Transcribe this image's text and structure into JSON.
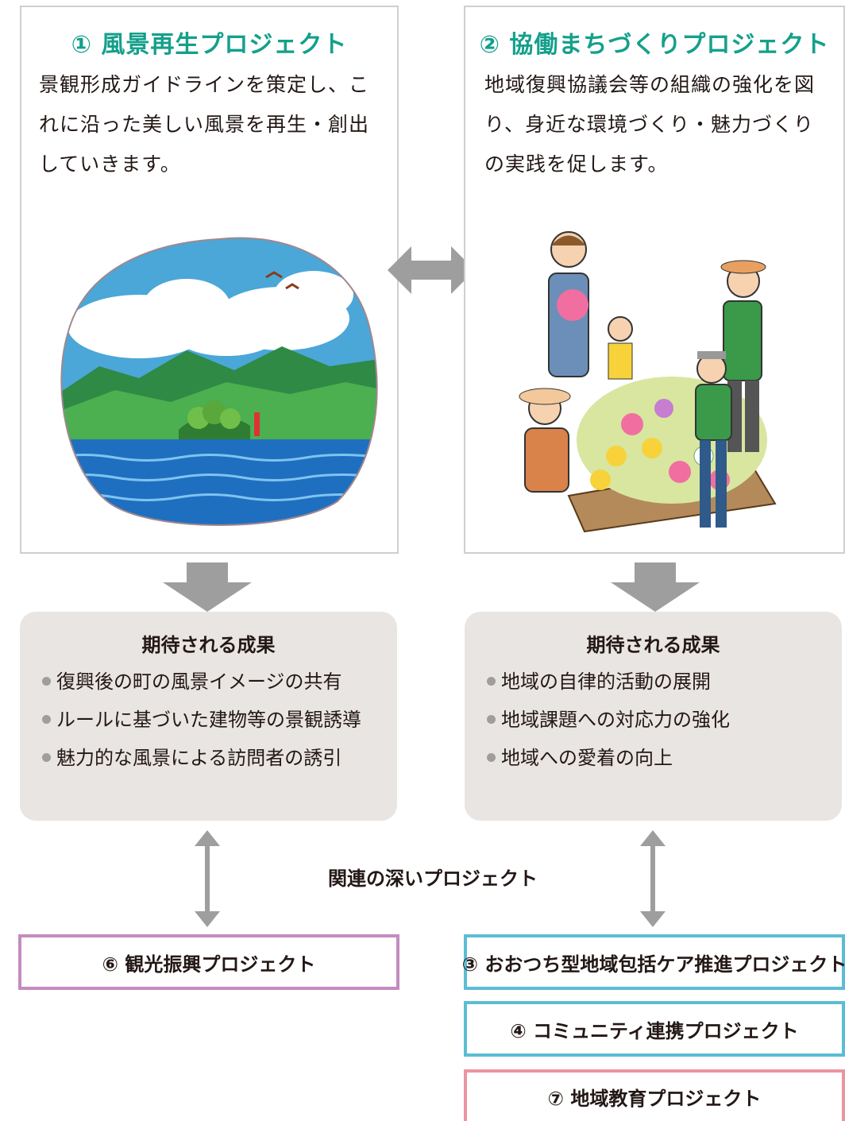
{
  "colors": {
    "title_teal": "#14a08b",
    "arrow_gray": "#9e9e9f",
    "outcome_bg": "#e9e5e2",
    "border_purple": "#c48bbf",
    "border_cyan": "#5bbdd4",
    "border_pink": "#eb95a0"
  },
  "projects": [
    {
      "title": "① 風景再生プロジェクト",
      "desc_lines": [
        "景観形成ガイドラインを策定し、こ",
        "れに沿った美しい風景を再生・創出",
        "していきます。"
      ],
      "illustration": "coastal-landscape"
    },
    {
      "title": "② 協働まちづくりプロジェクト",
      "desc_lines": [
        "地域復興協議会等の組織の強化を図",
        "り、身近な環境づくり・魅力づくり",
        "の実践を促します。"
      ],
      "illustration": "community-gardening"
    }
  ],
  "outcomes": [
    {
      "title": "期待される成果",
      "items": [
        "復興後の町の風景イメージの共有",
        "ルールに基づいた建物等の景観誘導",
        "魅力的な風景による訪問者の誘引"
      ]
    },
    {
      "title": "期待される成果",
      "items": [
        "地域の自律的活動の展開",
        "地域課題への対応力の強化",
        "地域への愛着の向上"
      ]
    }
  ],
  "related_label": "関連の深いプロジェクト",
  "related_left": [
    "⑥ 観光振興プロジェクト"
  ],
  "related_right": [
    "③ おおつち型地域包括ケア推進プロジェクト",
    "④ コミュニティ連携プロジェクト",
    "⑦ 地域教育プロジェクト"
  ]
}
